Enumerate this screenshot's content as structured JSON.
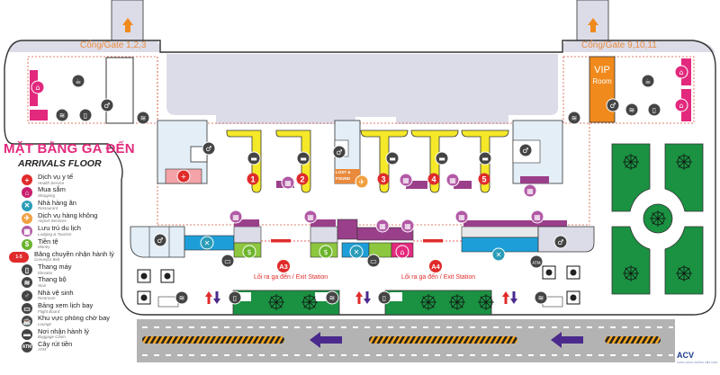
{
  "title": {
    "vi": "MẶT BẰNG GA ĐẾN",
    "en": "ARRIVALS FLOOR"
  },
  "gates": [
    {
      "label": "Cổng/Gate 1,2,3"
    },
    {
      "label": "Cổng/Gate 9,10,11"
    }
  ],
  "vip_room": {
    "line1": "VIP",
    "line2": "Room"
  },
  "lost_found": {
    "line1": "LOST &",
    "line2": "FOUND"
  },
  "conveyor_belts": [
    "1",
    "2",
    "3",
    "4",
    "5"
  ],
  "exits": [
    {
      "badge": "A3",
      "label": "Lối ra ga đến / Exit Station"
    },
    {
      "badge": "A4",
      "label": "Lối ra ga đến / Exit Station"
    }
  ],
  "legend": [
    {
      "icon": "health-icon",
      "glyph": "+",
      "color": "#e02b2b",
      "vi": "Dịch vụ y tế",
      "en": "Health Service"
    },
    {
      "icon": "shopping-icon",
      "glyph": "⌂",
      "color": "#c81f6e",
      "vi": "Mua sắm",
      "en": "Shopping"
    },
    {
      "icon": "restaurant-icon",
      "glyph": "✕",
      "color": "#2a9db8",
      "vi": "Nhà hàng ăn",
      "en": "Restaurant"
    },
    {
      "icon": "airport-service-icon",
      "glyph": "✈",
      "color": "#f0a040",
      "vi": "Dịch vụ hàng không",
      "en": "Airport Services"
    },
    {
      "icon": "lodging-icon",
      "glyph": "▦",
      "color": "#b25aa6",
      "vi": "Lưu trú du lịch",
      "en": "Lodging & Tourism"
    },
    {
      "icon": "money-icon",
      "glyph": "$",
      "color": "#6ab42d",
      "vi": "Tiền tệ",
      "en": "Money"
    },
    {
      "icon": "conveyor-belt-icon",
      "glyph": "1-5",
      "color": "#e02b2b",
      "vi": "Băng chuyền nhận hành lý",
      "en": "Conveyor Belt"
    },
    {
      "icon": "elevator-icon",
      "glyph": "▯",
      "color": "#444444",
      "vi": "Thang máy",
      "en": "Elevator"
    },
    {
      "icon": "stairs-icon",
      "glyph": "≋",
      "color": "#444444",
      "vi": "Thang bộ",
      "en": "Stair"
    },
    {
      "icon": "restroom-icon",
      "glyph": "♂",
      "color": "#444444",
      "vi": "Nhà vệ sinh",
      "en": "Restroom"
    },
    {
      "icon": "flight-board-icon",
      "glyph": "▭",
      "color": "#444444",
      "vi": "Bảng xem lịch bay",
      "en": "Flight Board"
    },
    {
      "icon": "lounge-icon",
      "glyph": "☕",
      "color": "#444444",
      "vi": "Khu vực phòng chờ bay",
      "en": "Lounge"
    },
    {
      "icon": "baggage-claim-icon",
      "glyph": "▬",
      "color": "#444444",
      "vi": "Nơi nhận hành lý",
      "en": "Baggage Claim"
    },
    {
      "icon": "atm-icon",
      "glyph": "ATM",
      "color": "#444444",
      "vi": "Cây rút tiền",
      "en": "ATM"
    }
  ],
  "logo": {
    "name": "ACV",
    "sub": "CẢNG HÀNG KHÔNG VIỆT NAM"
  },
  "colors": {
    "accent_pink": "#e2297d",
    "gate_orange": "#e98a3c",
    "belt_yellow": "#f5e829",
    "garden_green": "#1b9142",
    "road_gray": "#b3b3b3",
    "terminal_lavender": "#dcdce8",
    "restaurant_blue": "#1e9ed8",
    "lodging_purple": "#9a3f8a"
  }
}
